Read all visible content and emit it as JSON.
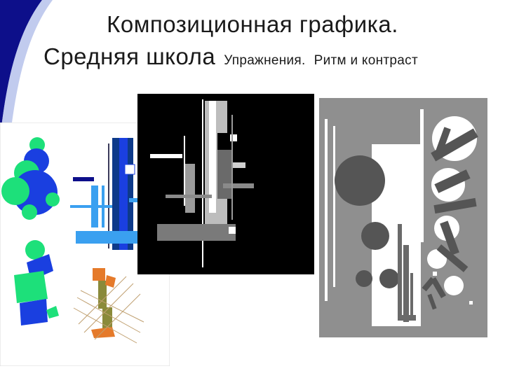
{
  "slide": {
    "title_line1": "Композиционная графика.",
    "title_line2_main": "Средняя школа",
    "title_line2_part_a": "Упражнения.",
    "title_line2_part_b": "Ритм и контраст"
  },
  "colors": {
    "accent_navy": "#0d0f8a",
    "panel_gray": "#8f8f8f",
    "panel_black": "#000000",
    "green": "#1de07a",
    "blue": "#1a3fe0",
    "sky_blue": "#3aa0f0",
    "orange": "#e57a2a",
    "olive": "#8a8a3a"
  },
  "images": [
    {
      "name": "left-composition"
    },
    {
      "name": "black-composition"
    },
    {
      "name": "gray-composition"
    }
  ]
}
